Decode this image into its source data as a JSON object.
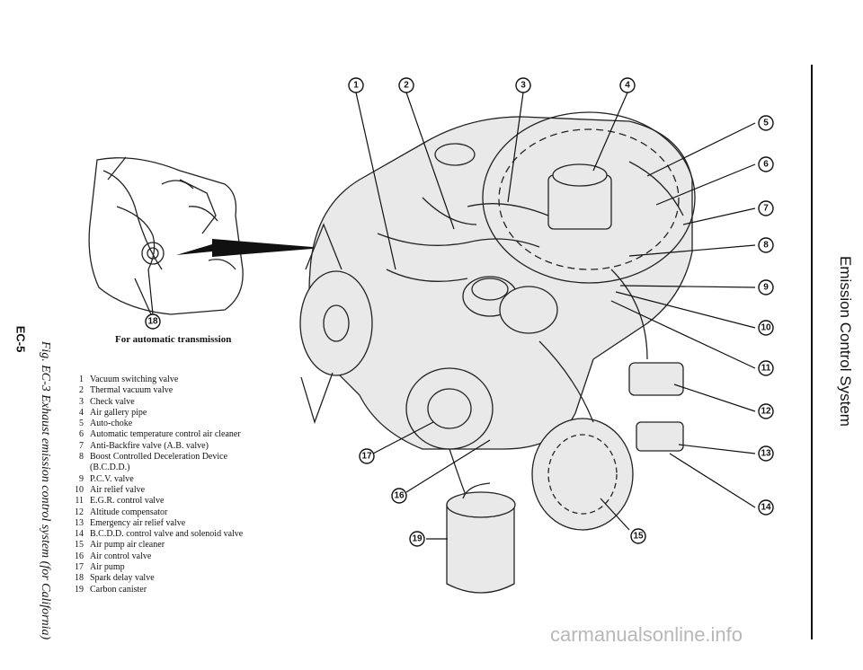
{
  "page_number": "EC-5",
  "figure_caption": "Fig. EC-3  Exhaust emission control system (for California)",
  "section_title": "Emission Control System",
  "inset_label": "For automatic transmission",
  "legend": [
    {
      "num": "1",
      "text": "Vacuum switching valve"
    },
    {
      "num": "2",
      "text": "Thermal vacuum valve"
    },
    {
      "num": "3",
      "text": "Check valve"
    },
    {
      "num": "4",
      "text": "Air gallery pipe"
    },
    {
      "num": "5",
      "text": "Auto-choke"
    },
    {
      "num": "6",
      "text": "Automatic temperature control air cleaner"
    },
    {
      "num": "7",
      "text": "Anti-Backfire valve (A.B. valve)"
    },
    {
      "num": "8",
      "text": "Boost Controlled Deceleration Device (B.C.D.D.)"
    },
    {
      "num": "9",
      "text": "P.C.V. valve"
    },
    {
      "num": "10",
      "text": "Air relief valve"
    },
    {
      "num": "11",
      "text": "E.G.R. control valve"
    },
    {
      "num": "12",
      "text": "Altitude compensator"
    },
    {
      "num": "13",
      "text": "Emergency air relief valve"
    },
    {
      "num": "14",
      "text": "B.C.D.D. control valve and solenoid valve"
    },
    {
      "num": "15",
      "text": "Air pump air cleaner"
    },
    {
      "num": "16",
      "text": "Air control valve"
    },
    {
      "num": "17",
      "text": "Air pump"
    },
    {
      "num": "18",
      "text": "Spark delay valve"
    },
    {
      "num": "19",
      "text": "Carbon canister"
    }
  ],
  "callouts": [
    "1",
    "2",
    "3",
    "4",
    "5",
    "6",
    "7",
    "8",
    "9",
    "10",
    "11",
    "12",
    "13",
    "14",
    "15",
    "16",
    "17",
    "18",
    "19"
  ],
  "watermark": "carmanualsonline.info"
}
